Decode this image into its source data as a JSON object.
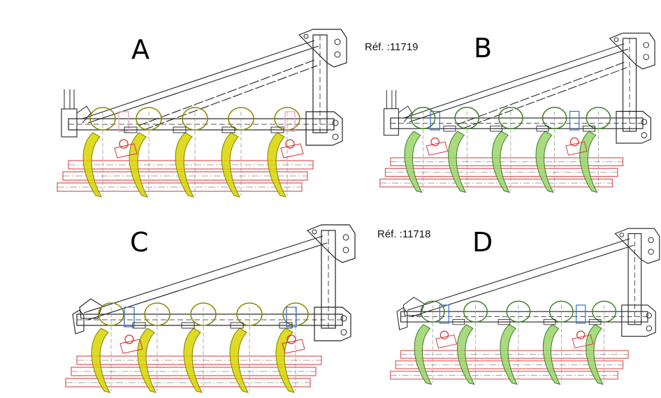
{
  "panels": [
    {
      "letter": "A",
      "ref": "",
      "tines_color": "#d8d400",
      "tine_stroke": "#8a8a00"
    },
    {
      "letter": "B",
      "ref": "Réf. :11719",
      "tines_color": "#9ad36a",
      "tine_stroke": "#3f7f2a"
    },
    {
      "letter": "C",
      "ref": "",
      "tines_color": "#d8d400",
      "tine_stroke": "#8a8a00"
    },
    {
      "letter": "D",
      "ref": "Réf. :11718",
      "tines_color": "#9ad36a",
      "tine_stroke": "#3f7f2a"
    }
  ],
  "colors": {
    "frame": "#222222",
    "rail_red": "#d83030",
    "bracket_blue": "#3a6fd0",
    "bracket_pink": "#e8a0c0",
    "background": "#ffffff"
  }
}
